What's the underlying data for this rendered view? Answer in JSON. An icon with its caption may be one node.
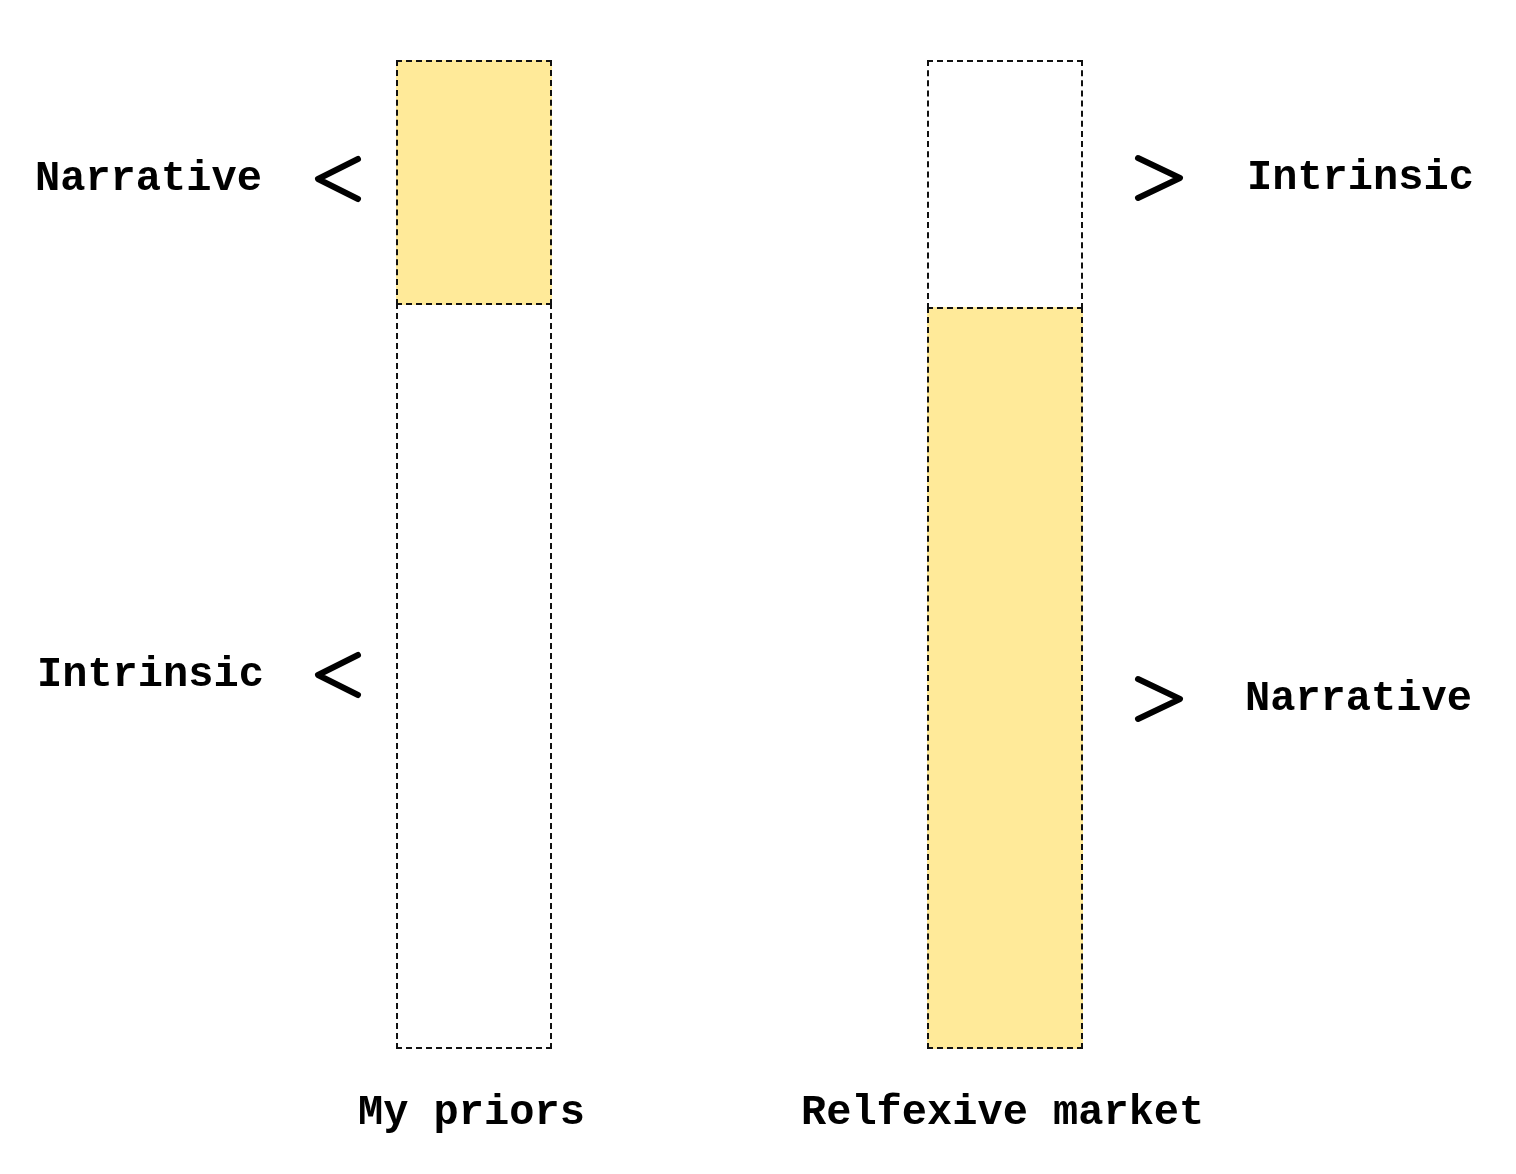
{
  "diagram": {
    "nodes": [
      {
        "text": [
          "Narrative"
        ]
      },
      {
        "text": [
          "Intrinsic"
        ]
      },
      {
        "text": [],
        "shape": "box"
      },
      {
        "text": [],
        "shape": "box"
      },
      {
        "text": [],
        "shape": "box"
      },
      {
        "text": [],
        "shape": "box"
      },
      {
        "text": [
          "Intrinsic"
        ]
      },
      {
        "text": [
          "Narrative"
        ]
      }
    ],
    "edges": [
      {
        "from": 2,
        "to": 0,
        "arrow": "to"
      },
      {
        "from": 3,
        "to": 1,
        "arrow": "to"
      },
      {
        "from": 4,
        "to": 6,
        "arrow": "to"
      },
      {
        "from": 5,
        "to": 7,
        "arrow": "to"
      }
    ],
    "labels": [
      "My priors",
      "Relfexive market"
    ]
  }
}
